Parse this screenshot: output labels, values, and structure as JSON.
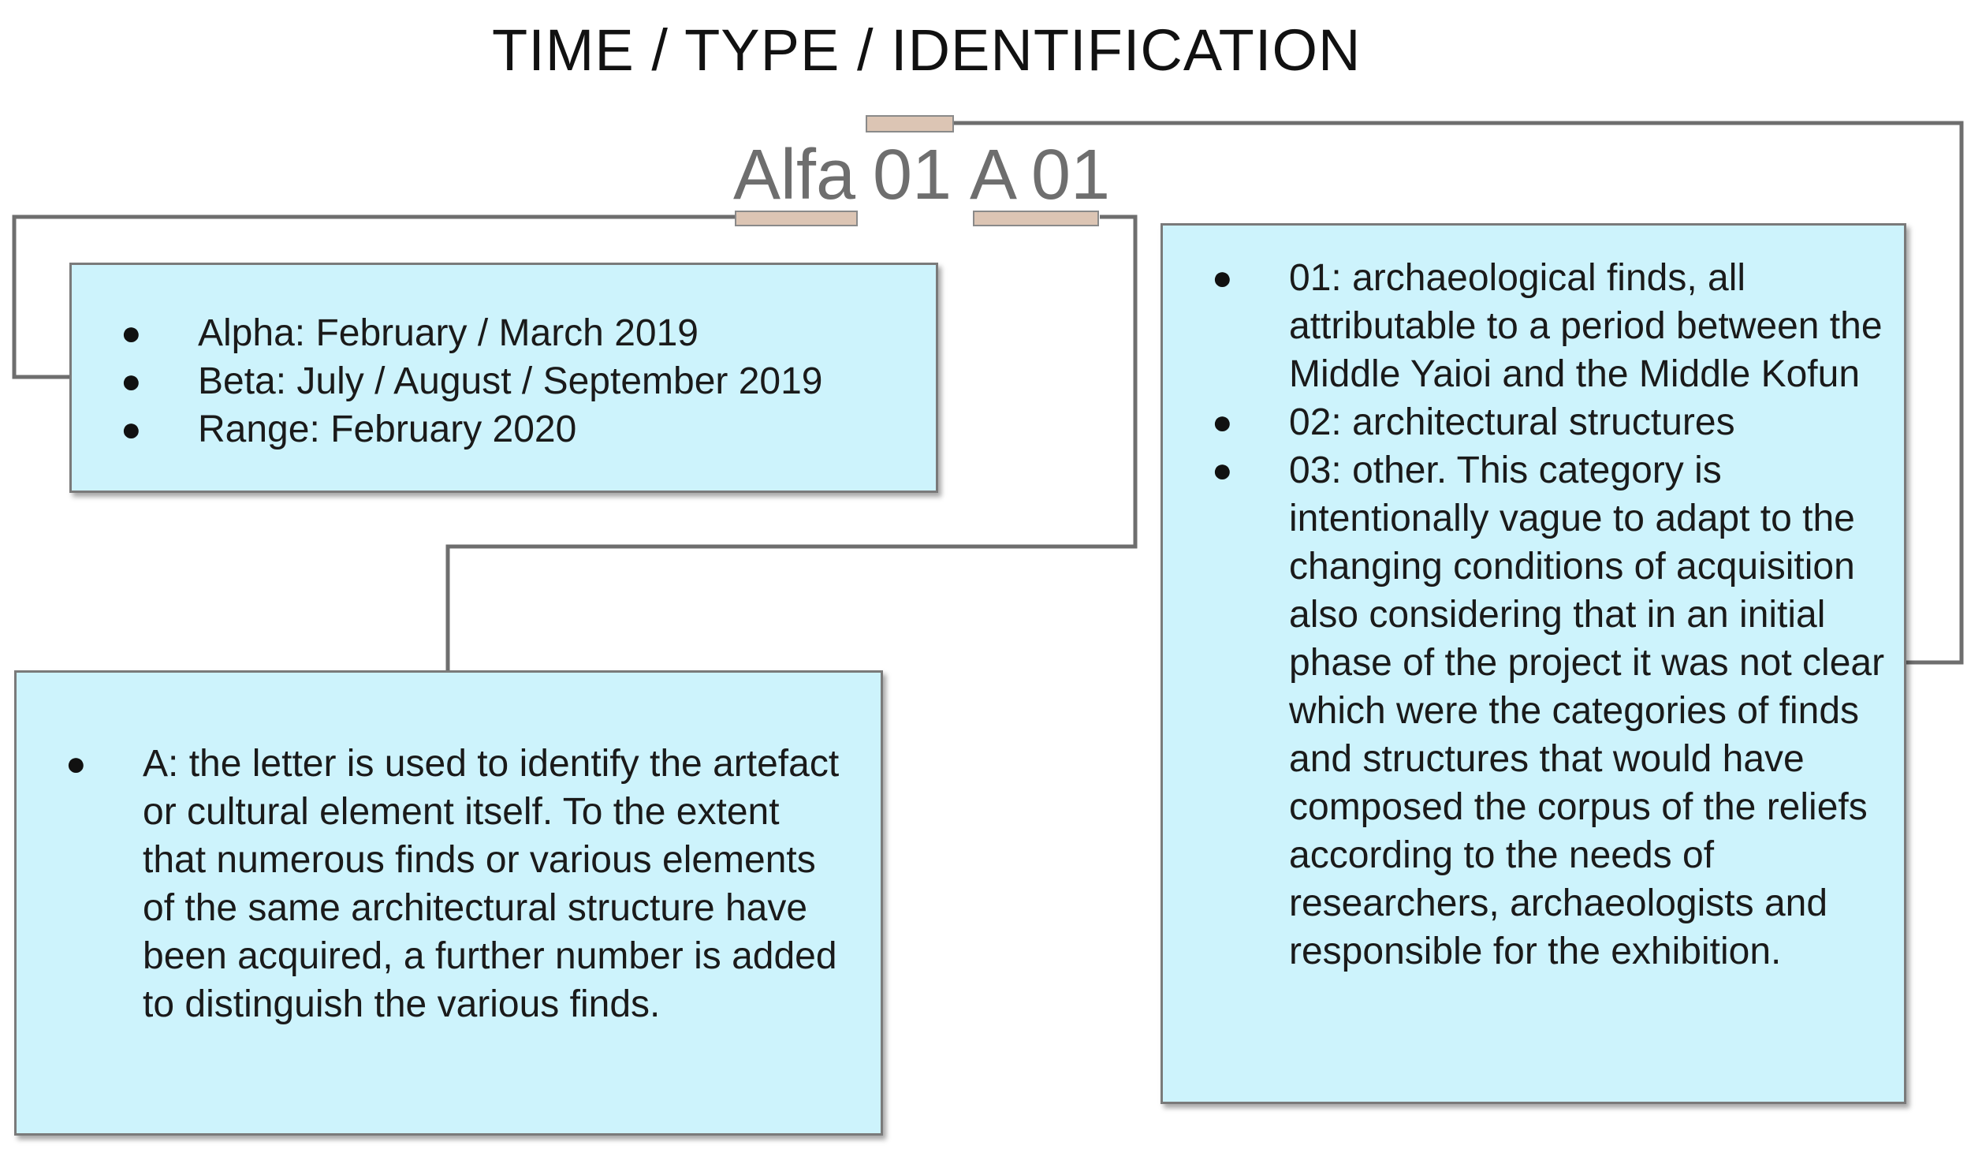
{
  "title": "TIME / TYPE / IDENTIFICATION",
  "code": {
    "alfa": "Alfa",
    "num1": "01",
    "letter": "A",
    "num2": "01"
  },
  "box_time": {
    "items": [
      "Alpha: February / March 2019",
      "Beta: July / August / September 2019",
      "Range: February 2020"
    ]
  },
  "box_letter": {
    "items": [
      "A: the letter is used to identify the artefact or cultural element itself. To the extent that numerous finds or various elements of the same architectural structure have been acquired, a further number is added to distinguish the various finds."
    ]
  },
  "box_type": {
    "items": [
      "01: archaeological finds, all attributable to a period between the Middle Yaioi and the Middle Kofun",
      "02: architectural structures",
      "03: other. This category is intentionally vague to adapt to the changing conditions of acquisition also considering that in an initial phase of the project it was not clear which were the categories of finds and structures that would have composed the corpus of the reliefs according to the needs of researchers, archaeologists and responsible for the exhibition."
    ]
  },
  "colors": {
    "box_fill": "#cdf3fc",
    "underline_fill": "#dcc5b4",
    "connector": "#6e6e6e"
  }
}
